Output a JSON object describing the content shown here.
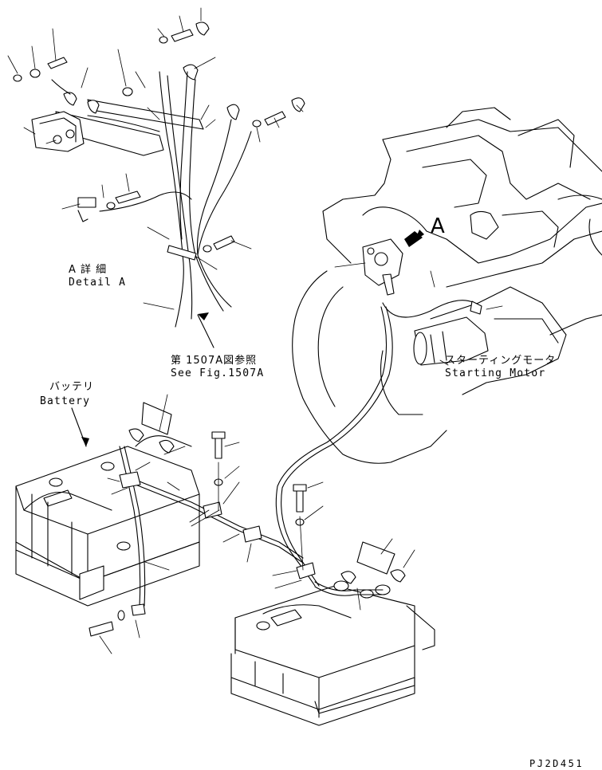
{
  "labels": {
    "detail_jp": "A 詳 細",
    "detail_en": "Detail A",
    "see_fig_jp": "第 1507A図参照",
    "see_fig_en": "See Fig.1507A",
    "battery_jp": "バッテリ",
    "battery_en": "Battery",
    "starter_jp": "スターティングモータ",
    "starter_en": "Starting Motor",
    "view_marker": "A",
    "drawing_code": "PJ2D451"
  }
}
